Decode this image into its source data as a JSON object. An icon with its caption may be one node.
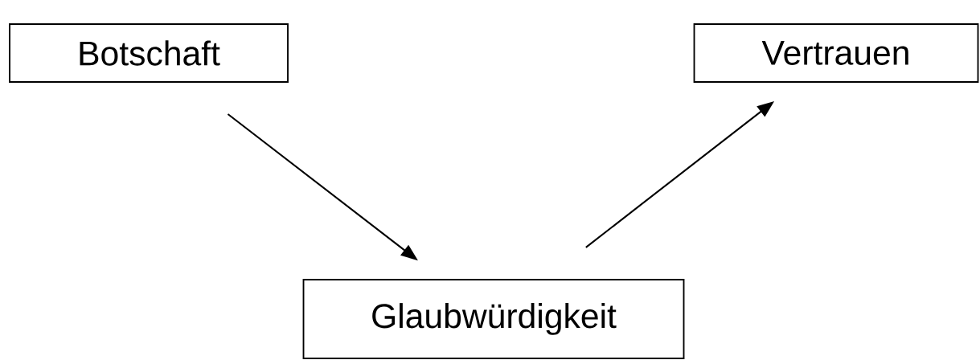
{
  "diagram": {
    "nodes": [
      {
        "text": [
          "Botschaft"
        ]
      },
      {
        "text": [
          "Vertrauen"
        ]
      },
      {
        "text": [
          "Glaubwürdigkeit"
        ]
      }
    ],
    "edges": [
      {
        "from": 0,
        "to": 2,
        "arrow": "to"
      },
      {
        "from": 2,
        "to": 1,
        "arrow": "to"
      }
    ]
  }
}
